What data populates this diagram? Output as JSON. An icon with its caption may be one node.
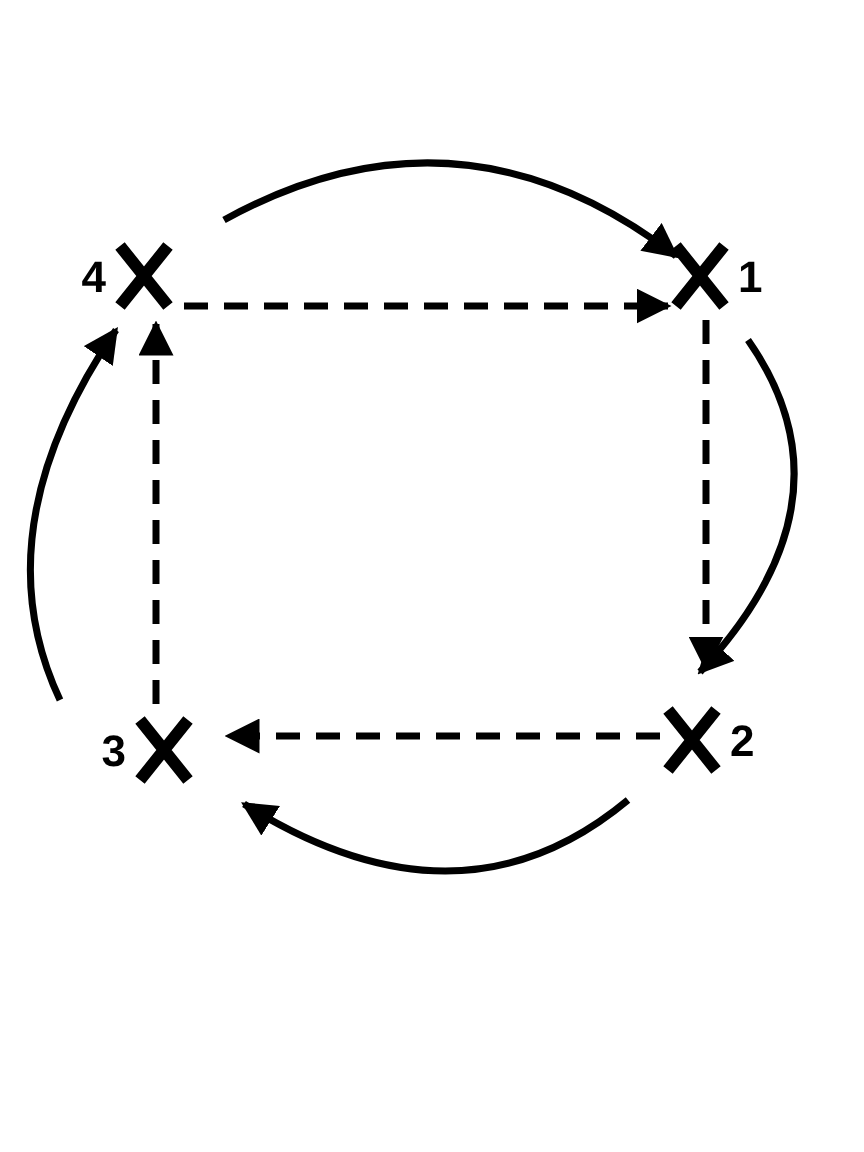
{
  "diagram": {
    "nodes": [
      {
        "text": [],
        "shape": "cross",
        "beside": [
          "4"
        ]
      },
      {
        "text": [],
        "shape": "cross",
        "beside": [
          "1"
        ]
      },
      {
        "text": [],
        "shape": "cross",
        "beside": [
          "3"
        ]
      },
      {
        "text": [],
        "shape": "cross",
        "beside": [
          "2"
        ]
      }
    ],
    "edges": [
      {
        "from": 0,
        "to": 1,
        "arrow": "to"
      },
      {
        "from": 1,
        "to": 3,
        "arrow": "to"
      },
      {
        "from": 3,
        "to": 2,
        "arrow": "to"
      },
      {
        "from": 2,
        "to": 0,
        "arrow": "to"
      },
      {
        "from": 0,
        "to": 1,
        "arrow": "to",
        "style": "dashed"
      },
      {
        "from": 1,
        "to": 3,
        "arrow": "to",
        "style": "dashed"
      },
      {
        "from": 3,
        "to": 2,
        "arrow": "to",
        "style": "dashed"
      },
      {
        "from": 2,
        "to": 0,
        "arrow": "to",
        "style": "dashed"
      }
    ]
  }
}
